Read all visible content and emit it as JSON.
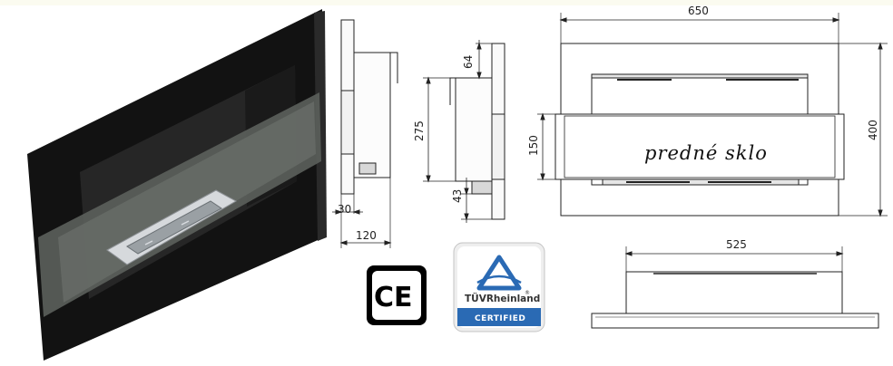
{
  "dimensions": {
    "width_650": "650",
    "height_400": "400",
    "glass_150": "150",
    "insert_275": "275",
    "top_64": "64",
    "bottom_43": "43",
    "depth_30": "30",
    "depth_120": "120",
    "width_525": "525"
  },
  "labels": {
    "glass": "predné sklo"
  },
  "badges": {
    "ce_mark": "CE",
    "tuv_brand": "TÜVRheinland",
    "tuv_registered": "®",
    "tuv_certified": "CERTIFIED"
  },
  "colors": {
    "frame_black": "#111111",
    "glass_gray": "#5a5e5a",
    "tuv_blue": "#2a6ab4",
    "line": "#222222"
  }
}
